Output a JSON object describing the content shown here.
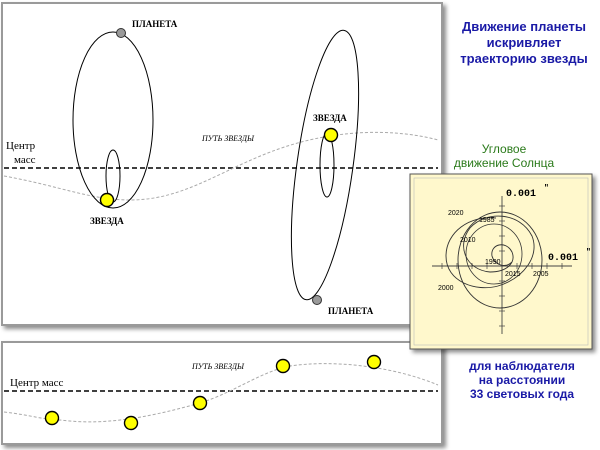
{
  "heading": {
    "line1": "Движение планеты",
    "line2": "искривляет",
    "line3": "траекторию звезды"
  },
  "top_panel": {
    "center_label_line1": "Центр",
    "center_label_line2": "масс",
    "star_path_label": "ПУТЬ ЗВЕЗДЫ",
    "planet_left": "ПЛАНЕТА",
    "star_left": "ЗВЕЗДА",
    "star_right": "ЗВЕЗДА",
    "planet_right": "ПЛАНЕТА"
  },
  "bottom_panel": {
    "center_label": "Центр масс",
    "star_path_label": "ПУТЬ ЗВЕЗДЫ"
  },
  "inset": {
    "caption_line1": "Угловое",
    "caption_line2": "движение Солнца",
    "axis_y_label": "0.001",
    "axis_x_label": "0.001",
    "years": [
      "2020",
      "1985",
      "2010",
      "1990",
      "2015",
      "2005",
      "2000"
    ]
  },
  "observer": {
    "line1": "для наблюдателя",
    "line2": "на расстоянии",
    "line3": "33 световых года"
  },
  "colors": {
    "star_fill": "#ffff00",
    "planet_fill": "#9a9a9a",
    "heading": "#1a1aa6",
    "caption": "#2a7a1a",
    "inset_bg": "#fff8cc"
  }
}
